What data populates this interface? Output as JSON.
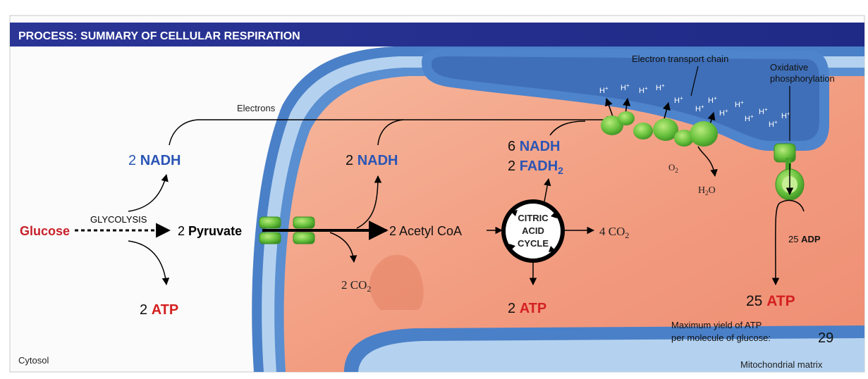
{
  "header": {
    "title": "PROCESS: SUMMARY OF CELLULAR RESPIRATION"
  },
  "regions": {
    "cytosol": "Cytosol",
    "matrix": "Mitochondrial matrix"
  },
  "glycolysis": {
    "input": "Glucose",
    "process": "GLYCOLYSIS",
    "product_num": "2",
    "product": "Pyruvate",
    "nadh_num": "2",
    "nadh": "NADH",
    "atp_num": "2",
    "atp": "ATP",
    "electrons": "Electrons"
  },
  "pyruvate_oxidation": {
    "nadh_num": "2",
    "nadh": "NADH",
    "co2": "2 CO",
    "co2_sub": "2",
    "product": "2 Acetyl CoA"
  },
  "citric_acid_cycle": {
    "line1": "CITRIC",
    "line2": "ACID",
    "line3": "CYCLE",
    "nadh_num": "6",
    "nadh": "NADH",
    "fadh_num": "2",
    "fadh": "FADH",
    "fadh_sub": "2",
    "co2": "4 CO",
    "co2_sub": "2",
    "atp_num": "2",
    "atp": "ATP"
  },
  "etc": {
    "label": "Electron transport chain",
    "proton": "H",
    "proton_sup": "+",
    "o2": "O",
    "o2_sub": "2",
    "h2o_a": "H",
    "h2o_sub": "2",
    "h2o_b": "O"
  },
  "oxphos": {
    "label_line1": "Oxidative",
    "label_line2": "phosphorylation",
    "adp_num": "25",
    "adp": "ADP",
    "atp_num": "25",
    "atp": "ATP",
    "yield_line1": "Maximum yield of ATP",
    "yield_line2": "per molecule of glucose:",
    "yield_value": "29"
  },
  "colors": {
    "nadh_blue": "#2a55b5",
    "atp_red": "#d42020",
    "glucose_red": "#c8202a",
    "header_blue": "#27328e"
  }
}
